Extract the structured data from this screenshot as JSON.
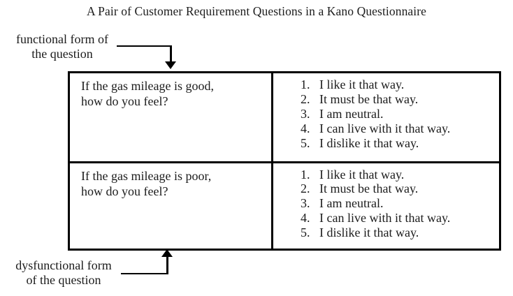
{
  "title": "A Pair of Customer Requirement Questions in a Kano Questionnaire",
  "labels": {
    "functional": {
      "line1": "functional form of",
      "line2": "the question"
    },
    "dysfunctional": {
      "line1": "dysfunctional form",
      "line2": "of the question"
    }
  },
  "table": {
    "rows": [
      {
        "question_lines": [
          "If the gas mileage is good,",
          "how do you feel?"
        ],
        "options": [
          {
            "n": "1.",
            "text": "I like it that way."
          },
          {
            "n": "2.",
            "text": "It must be that way."
          },
          {
            "n": "3.",
            "text": "I am neutral."
          },
          {
            "n": "4.",
            "text": "I can live with it that way."
          },
          {
            "n": "5.",
            "text": "I dislike it that way."
          }
        ]
      },
      {
        "question_lines": [
          "If the gas mileage is poor,",
          "how do you feel?"
        ],
        "options": [
          {
            "n": "1.",
            "text": "I like it that way."
          },
          {
            "n": "2.",
            "text": "It must be that way."
          },
          {
            "n": "3.",
            "text": "I am neutral."
          },
          {
            "n": "4.",
            "text": "I can live with it that way."
          },
          {
            "n": "5.",
            "text": "I dislike it that way."
          }
        ]
      }
    ]
  },
  "colors": {
    "text": "#1c1c1c",
    "line": "#000000",
    "background": "#ffffff"
  }
}
